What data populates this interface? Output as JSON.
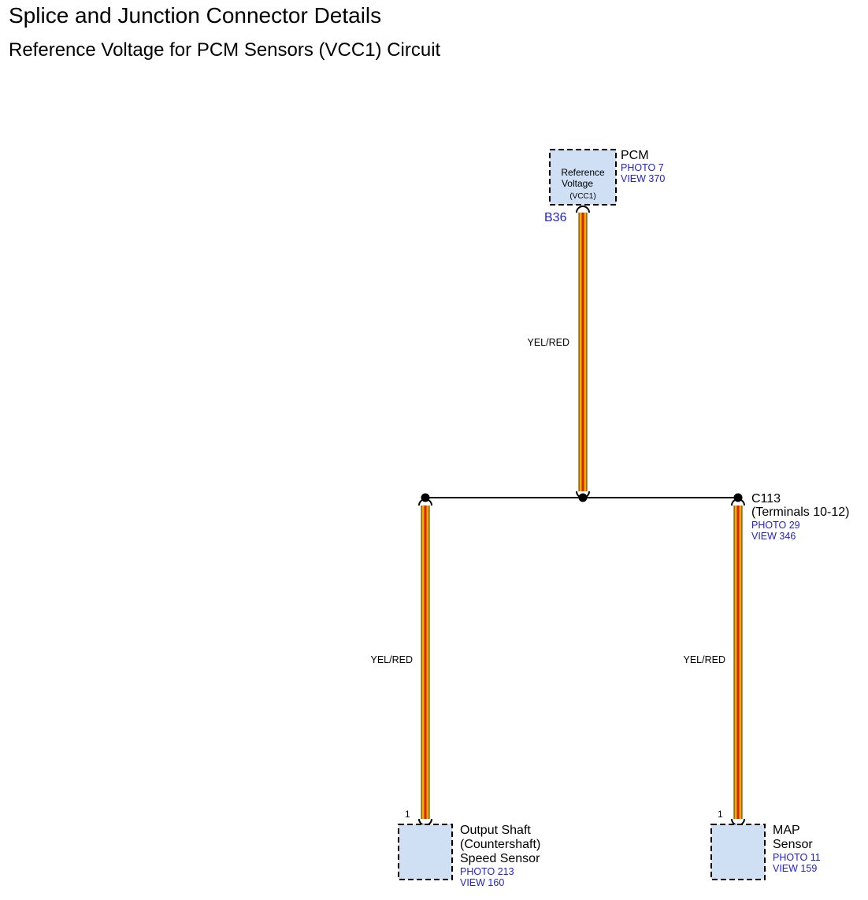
{
  "header": {
    "title": "Splice and Junction Connector Details",
    "subtitle": "Reference Voltage for PCM Sensors (VCC1) Circuit"
  },
  "pcm": {
    "name": "PCM",
    "photo": "PHOTO 7",
    "view": "VIEW 370",
    "box_line1": "Reference",
    "box_line2": "Voltage",
    "box_line3": "(VCC1)",
    "pin": "B36"
  },
  "wires": {
    "top": "YEL/RED",
    "left": "YEL/RED",
    "right": "YEL/RED"
  },
  "wire_colors": {
    "base": "#e8b000",
    "stripe": "#e02000",
    "edge": "#5a2a00"
  },
  "junction": {
    "name": "C113",
    "terminals": "(Terminals 10-12)",
    "photo": "PHOTO 29",
    "view": "VIEW 346"
  },
  "oss": {
    "pin": "1",
    "line1": "Output Shaft",
    "line2": "(Countershaft)",
    "line3": "Speed Sensor",
    "photo": "PHOTO 213",
    "view": "VIEW 160"
  },
  "map": {
    "pin": "1",
    "line1": "MAP",
    "line2": "Sensor",
    "photo": "PHOTO 11",
    "view": "VIEW 159"
  }
}
